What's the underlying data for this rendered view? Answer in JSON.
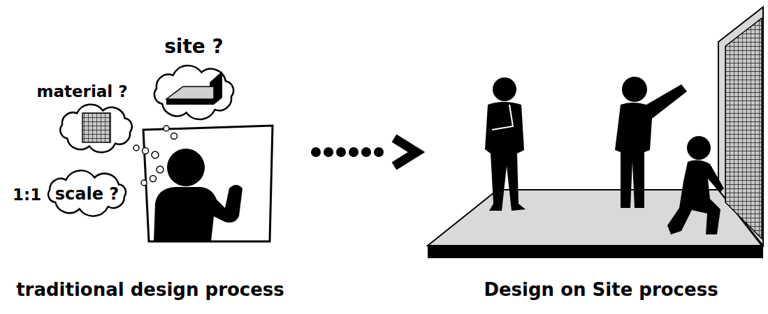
{
  "diagram": {
    "nodes": [
      {
        "text": [
          "site ?"
        ]
      },
      {
        "text": [
          "material ?"
        ]
      },
      {
        "text": [
          "1:1",
          "scale ?"
        ]
      }
    ],
    "labels": [
      "traditional design process",
      "Design on Site process"
    ]
  }
}
